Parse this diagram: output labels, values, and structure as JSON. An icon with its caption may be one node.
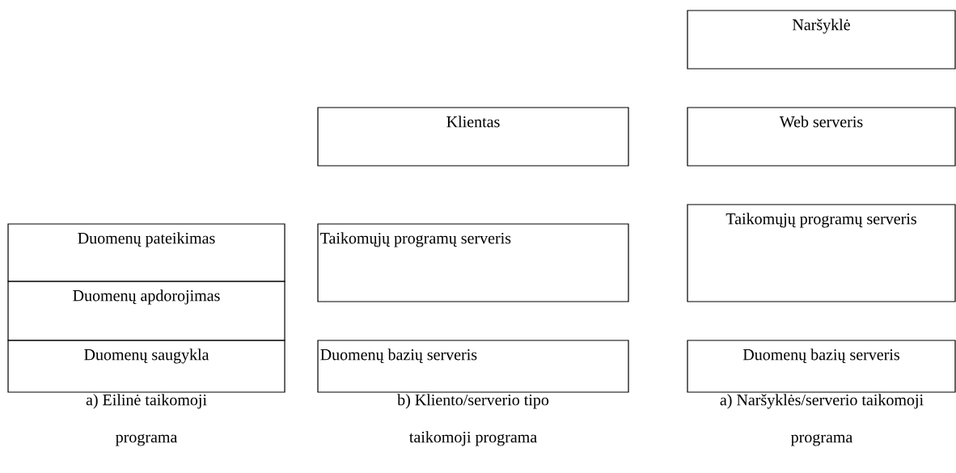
{
  "diagram": {
    "nodes": [
      {
        "text": [
          "Duomenų pateikimas"
        ]
      },
      {
        "text": [
          "Duomenų apdorojimas"
        ]
      },
      {
        "text": [
          "Duomenų saugykla"
        ]
      },
      {
        "text": [
          "Klientas"
        ]
      },
      {
        "text": [
          "Taikomųjų programų serveris"
        ]
      },
      {
        "text": [
          "Duomenų bazių serveris"
        ]
      },
      {
        "text": [
          "Naršyklė"
        ]
      },
      {
        "text": [
          "Web serveris"
        ]
      },
      {
        "text": [
          "Taikomųjų programų serveris"
        ]
      },
      {
        "text": [
          "Duomenų bazių serveris"
        ]
      }
    ],
    "edges": [],
    "labels": [
      "a) Eilinė taikomoji programa",
      "b) Kliento/serverio tipo taikomoji programa",
      "a) Naršyklės/serverio taikomoji programa"
    ]
  }
}
